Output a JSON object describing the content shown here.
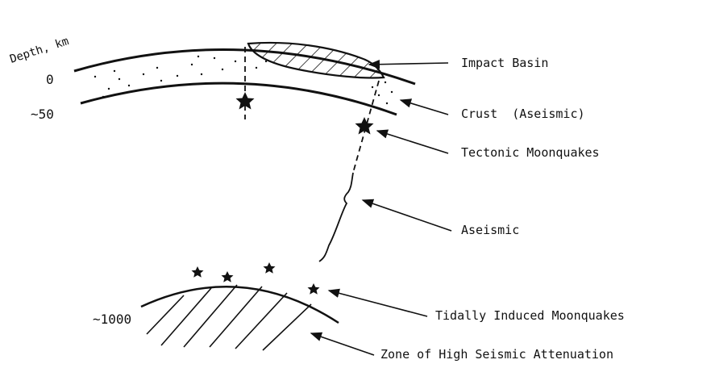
{
  "axis": {
    "title": "Depth, km",
    "tick_0": "0",
    "tick_50": "~50",
    "tick_1000": "~1000"
  },
  "labels": {
    "impact_basin": "Impact Basin",
    "crust": "Crust  (Aseismic)",
    "tectonic": "Tectonic Moonquakes",
    "aseismic": "Aseismic",
    "tidal": "Tidally Induced Moonquakes",
    "attenuation": "Zone of High Seismic Attenuation"
  },
  "colors": {
    "ink": "#111111",
    "background": "#ffffff"
  }
}
